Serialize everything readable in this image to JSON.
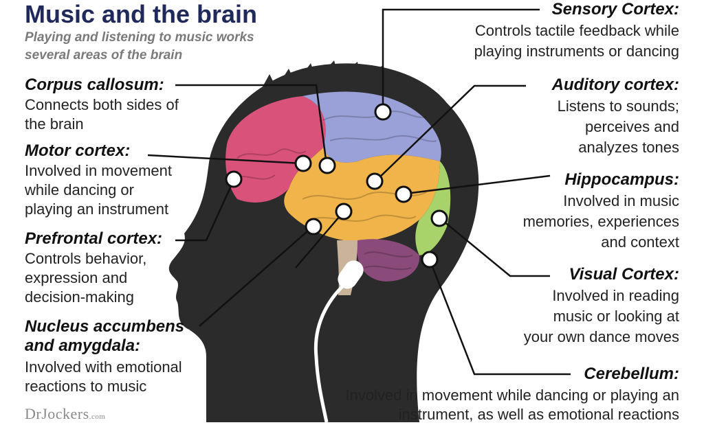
{
  "title": "Music and the brain",
  "subtitle_lines": [
    "Playing and listening to music works",
    "several areas of the brain"
  ],
  "regions": {
    "corpus_callosum": {
      "label": "Corpus callosum:",
      "lines": [
        "Connects both sides of",
        "the brain"
      ]
    },
    "motor_cortex": {
      "label": "Motor cortex:",
      "lines": [
        "Involved in movement",
        "while dancing or",
        "playing an instrument"
      ]
    },
    "prefrontal_cortex": {
      "label": "Prefrontal cortex:",
      "lines": [
        "Controls behavior,",
        "expression and",
        "decision-making"
      ]
    },
    "nucleus_accumbens": {
      "label_lines": [
        "Nucleus accumbens",
        "and amygdala:"
      ],
      "lines": [
        "Involved with emotional",
        "reactions to music"
      ]
    },
    "sensory_cortex": {
      "label": "Sensory Cortex:",
      "lines": [
        "Controls tactile feedback while",
        "playing instruments or dancing"
      ]
    },
    "auditory_cortex": {
      "label": "Auditory cortex:",
      "lines": [
        "Listens to sounds;",
        "perceives and",
        "analyzes tones"
      ]
    },
    "hippocampus": {
      "label": "Hippocampus:",
      "lines": [
        "Involved in music",
        "memories, experiences",
        "and context"
      ]
    },
    "visual_cortex": {
      "label": "Visual Cortex:",
      "lines": [
        "Involved in reading",
        "music or looking at",
        "your own dance moves"
      ]
    },
    "cerebellum": {
      "label": "Cerebellum:",
      "lines": [
        "Involved in movement while dancing or playing an",
        "instrument, as well as emotional reactions"
      ]
    }
  },
  "logo": {
    "main": "DrJockers",
    "suffix": ".com"
  },
  "colors": {
    "title": "#1f2a5a",
    "head": "#2a2a2a",
    "frontal": "#d9527a",
    "parietal": "#9aa0d8",
    "temporal": "#f0b44a",
    "occipital": "#a8d36a",
    "cerebellum": "#8a4a7a"
  }
}
